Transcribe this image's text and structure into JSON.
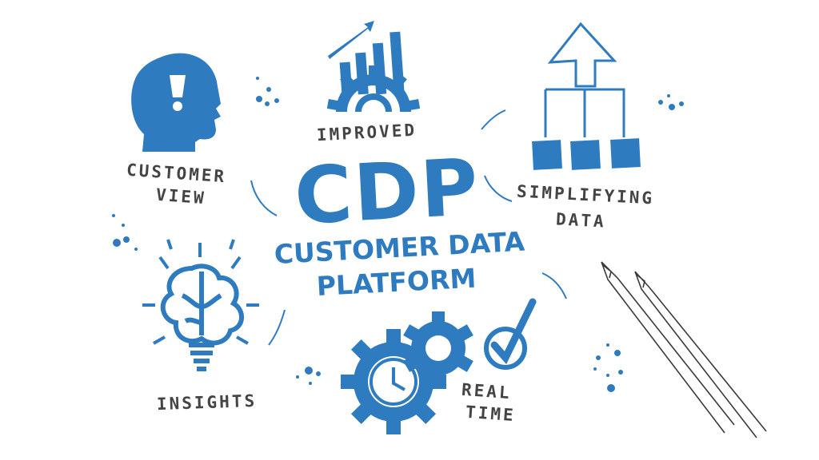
{
  "diagram": {
    "title": "CDP",
    "subtitle_line1": "CUSTOMER DATA",
    "subtitle_line2": "PLATFORM",
    "labels": {
      "improved": "improved",
      "customer_view_line1": "CUSTOMER",
      "customer_view_line2": "VIEW",
      "simplifying_line1": "SiMPLiFYiNG",
      "simplifying_line2": "DATA",
      "insights": "iNSiGHTS",
      "real_time_line1": "REAL",
      "real_time_line2": "TiME"
    },
    "icons": [
      "head-exclamation-icon",
      "bar-chart-gear-icon",
      "hierarchy-arrow-icon",
      "brain-lightbulb-icon",
      "gears-clock-icon",
      "checkmark-circle-icon",
      "pencils-icon"
    ]
  },
  "colors": {
    "accent": "#2f7bbf",
    "text": "#444444",
    "pencil": "#3a3a3a",
    "background": "#ffffff"
  }
}
